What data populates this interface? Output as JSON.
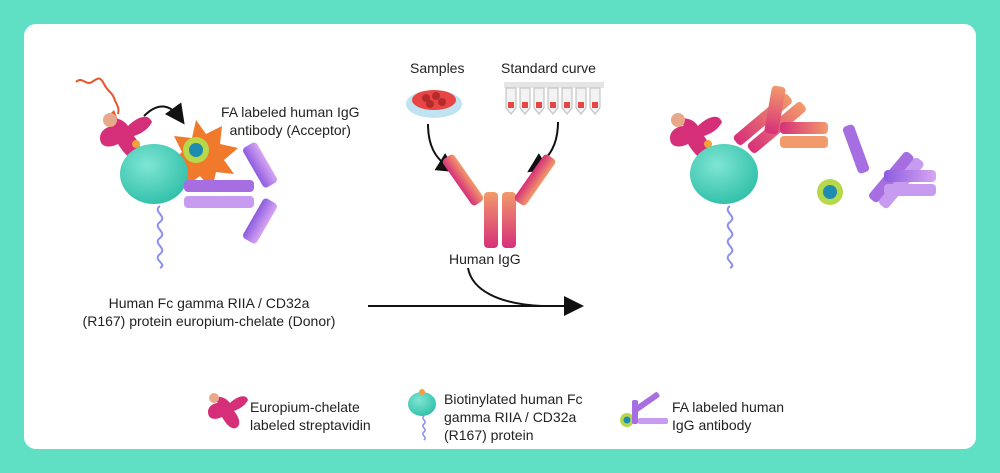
{
  "labels": {
    "acceptor": [
      "FA labeled human IgG",
      "antibody (Acceptor)"
    ],
    "samples": "Samples",
    "standard_curve": "Standard curve",
    "human_igg": "Human IgG",
    "donor": [
      "Human Fc gamma RIIA / CD32a",
      "(R167) protein europium-chelate (Donor)"
    ]
  },
  "legend": {
    "europium": [
      "Europium-chelate",
      "labeled streptavidin"
    ],
    "biotinylated": [
      "Biotinylated human Fc",
      "gamma RIIA / CD32a",
      "(R167) protein"
    ],
    "fa_antibody": [
      "FA labeled human",
      "IgG antibody"
    ]
  },
  "colors": {
    "background": "#5fdfc4",
    "panel": "#ffffff",
    "magenta": "#d62f7a",
    "orange": "#f29a6b",
    "purple": "#a66ee0",
    "lilac": "#c79bef",
    "teal": "#4fd6c0",
    "burst": "#f0792c",
    "dish": "#e84545"
  },
  "icons": [
    "europium-streptavidin-icon",
    "receptor-protein-icon",
    "fa-antibody-icon",
    "human-igg-icon",
    "petri-dish-icon",
    "tube-strip-icon",
    "emission-burst-icon",
    "excitation-wave-icon"
  ]
}
